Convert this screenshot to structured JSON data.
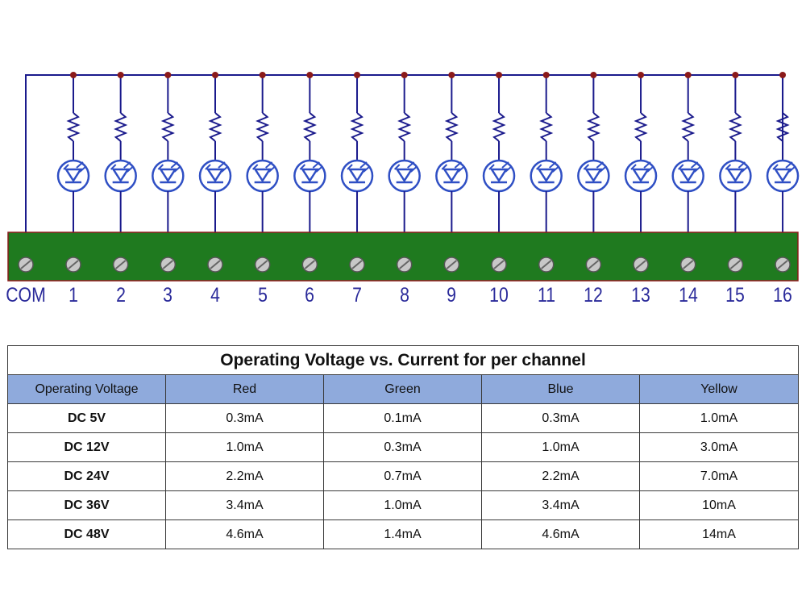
{
  "colors": {
    "wire": "#1a1a8c",
    "junction": "#8b1a1a",
    "board": "#1f7a1f",
    "board_border": "#8b1a1a",
    "led_fill": "#2f4fc4",
    "screw": "#c8c8c8",
    "header_bg": "#8faadc",
    "label": "#2a2a9a"
  },
  "terminals": {
    "com_label": "COM",
    "channels": [
      "1",
      "2",
      "3",
      "4",
      "5",
      "6",
      "7",
      "8",
      "9",
      "10",
      "11",
      "12",
      "13",
      "14",
      "15",
      "16"
    ]
  },
  "table": {
    "title": "Operating Voltage vs. Current for per channel",
    "columns": [
      "Operating Voltage",
      "Red",
      "Green",
      "Blue",
      "Yellow"
    ],
    "rows": [
      {
        "voltage": "DC 5V",
        "red": "0.3mA",
        "green": "0.1mA",
        "blue": "0.3mA",
        "yellow": "1.0mA"
      },
      {
        "voltage": "DC 12V",
        "red": "1.0mA",
        "green": "0.3mA",
        "blue": "1.0mA",
        "yellow": "3.0mA"
      },
      {
        "voltage": "DC 24V",
        "red": "2.2mA",
        "green": "0.7mA",
        "blue": "2.2mA",
        "yellow": "7.0mA"
      },
      {
        "voltage": "DC 36V",
        "red": "3.4mA",
        "green": "1.0mA",
        "blue": "3.4mA",
        "yellow": "10mA"
      },
      {
        "voltage": "DC 48V",
        "red": "4.6mA",
        "green": "1.4mA",
        "blue": "4.6mA",
        "yellow": "14mA"
      }
    ]
  }
}
